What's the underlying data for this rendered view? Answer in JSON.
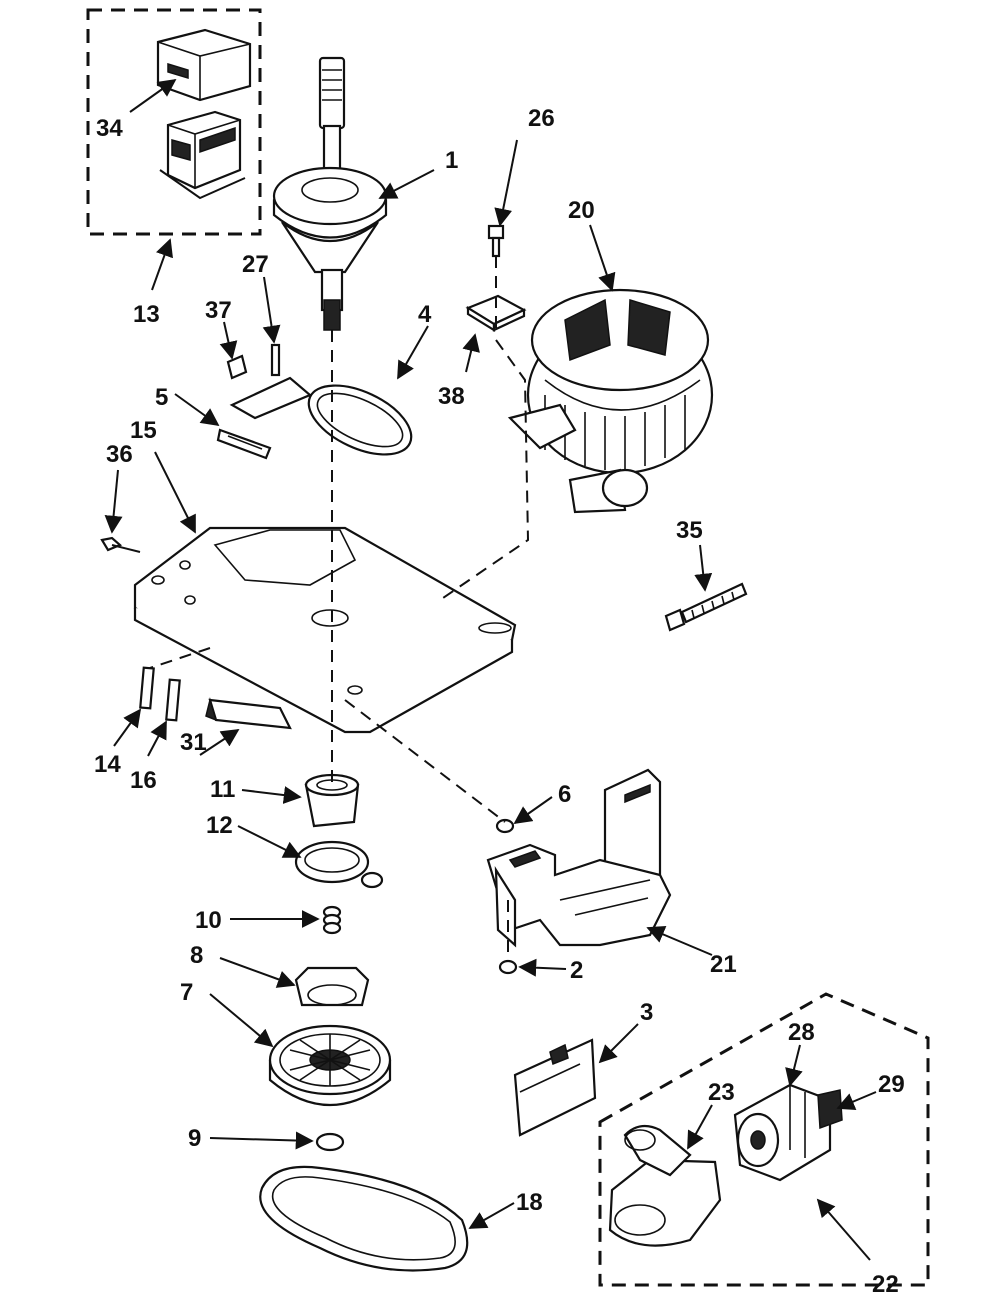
{
  "diagram": {
    "callouts": [
      "1",
      "2",
      "3",
      "4",
      "5",
      "6",
      "7",
      "8",
      "9",
      "10",
      "11",
      "12",
      "13",
      "14",
      "15",
      "16",
      "18",
      "20",
      "21",
      "22",
      "23",
      "26",
      "27",
      "28",
      "29",
      "31",
      "34",
      "35",
      "36",
      "37",
      "38"
    ]
  }
}
